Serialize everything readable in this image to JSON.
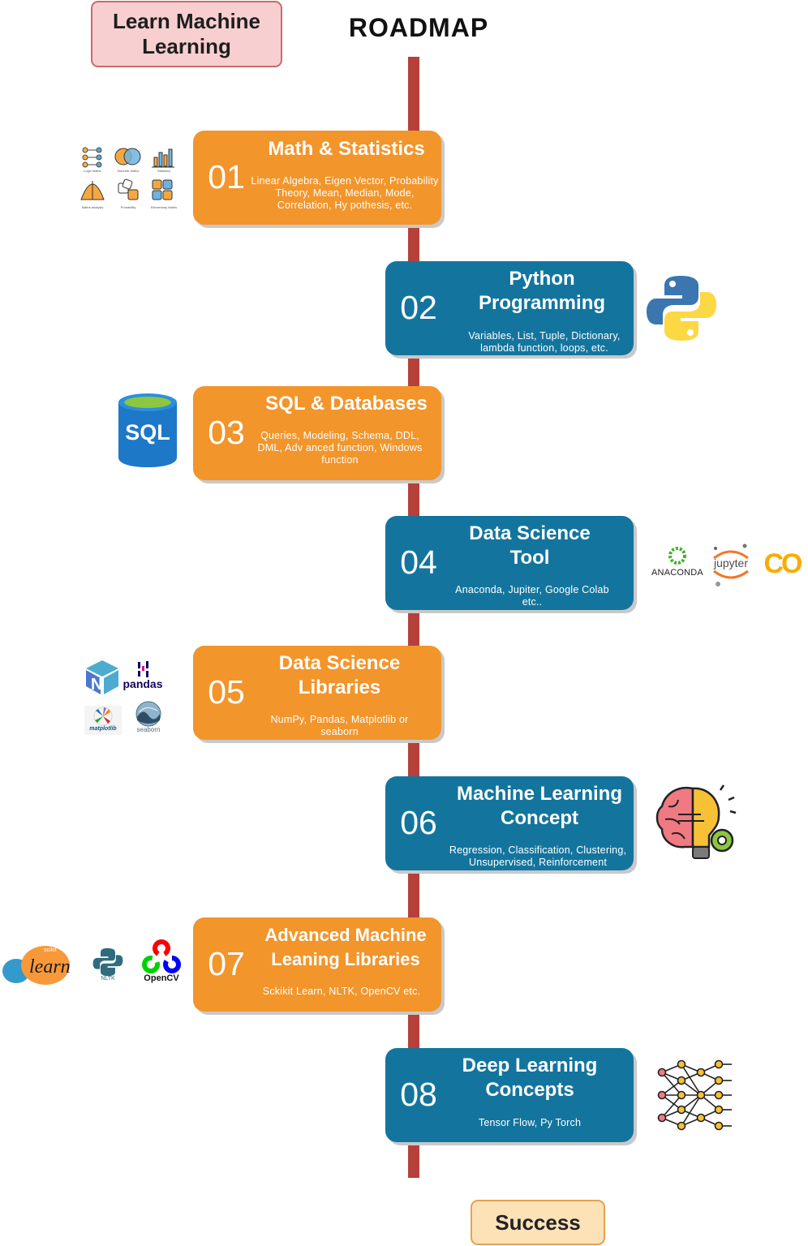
{
  "title": "Learn Machine Learning",
  "heading": "ROADMAP",
  "steps": [
    {
      "num": "01",
      "title": "Math & Statistics",
      "desc": "Linear Algebra, Eigen Vector, Probability Theory, Mean, Median, Mode, Correlation, Hy pothesis, etc."
    },
    {
      "num": "02",
      "title": "Python Programming",
      "desc": "Variables, List, Tuple, Dictionary, lambda function, loops, etc."
    },
    {
      "num": "03",
      "title": "SQL & Databases",
      "desc": "Queries, Modeling, Schema, DDL, DML, Adv anced function, Windows function"
    },
    {
      "num": "04",
      "title": "Data Science Tool",
      "desc": "Anaconda, Jupiter, Google Colab etc.."
    },
    {
      "num": "05",
      "title": "Data Science Libraries",
      "desc": "NumPy, Pandas, Matplotlib or seaborn"
    },
    {
      "num": "06",
      "title": "Machine Learning Concept",
      "desc": "Regression, Classification, Clustering, Unsupervised, Reinforcement"
    },
    {
      "num": "07",
      "title": "Advanced Machine Leaning Libraries",
      "desc": "Sckikit Learn, NLTK, OpenCV etc."
    },
    {
      "num": "08",
      "title": "Deep Learning Concepts",
      "desc": "Tensor Flow, Py Torch"
    }
  ],
  "end": "Success",
  "logos": {
    "math": [
      "Logic Maths",
      "Discrete Maths",
      "Statistics",
      "Maths analysis",
      "Probability",
      "Elementary Maths"
    ],
    "sql": "SQL",
    "anaconda": "ANACONDA",
    "jupyter": "jupyter",
    "colab": "CO",
    "pandas": "pandas",
    "matplotlib": "matplotlib",
    "seaborn": "seaborn",
    "sklearn_small": "scikit",
    "sklearn": "learn",
    "nltk": "NLTK",
    "opencv": "OpenCV"
  },
  "colors": {
    "orange": "#f2952b",
    "blue": "#13759e",
    "timeline": "#b5413a"
  }
}
